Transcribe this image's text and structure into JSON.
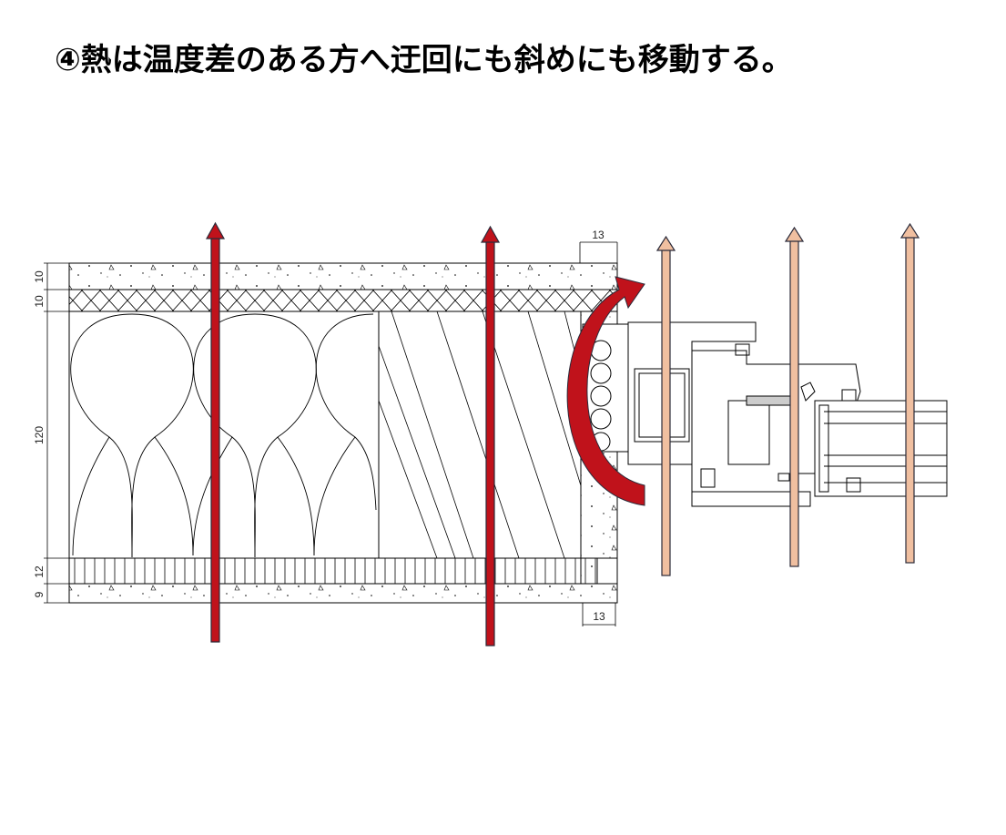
{
  "title": "④熱は温度差のある方へ迂回にも斜めにも移動する。",
  "dimensions": {
    "left": [
      "10",
      "10",
      "120",
      "12",
      "9"
    ],
    "top_offset": "13",
    "bottom_offset": "13"
  },
  "colors": {
    "heat_arrow": "#c0121b",
    "cool_arrow": "#f0bfa0",
    "arrow_outline": "#2b2b3a",
    "line": "#000000"
  }
}
